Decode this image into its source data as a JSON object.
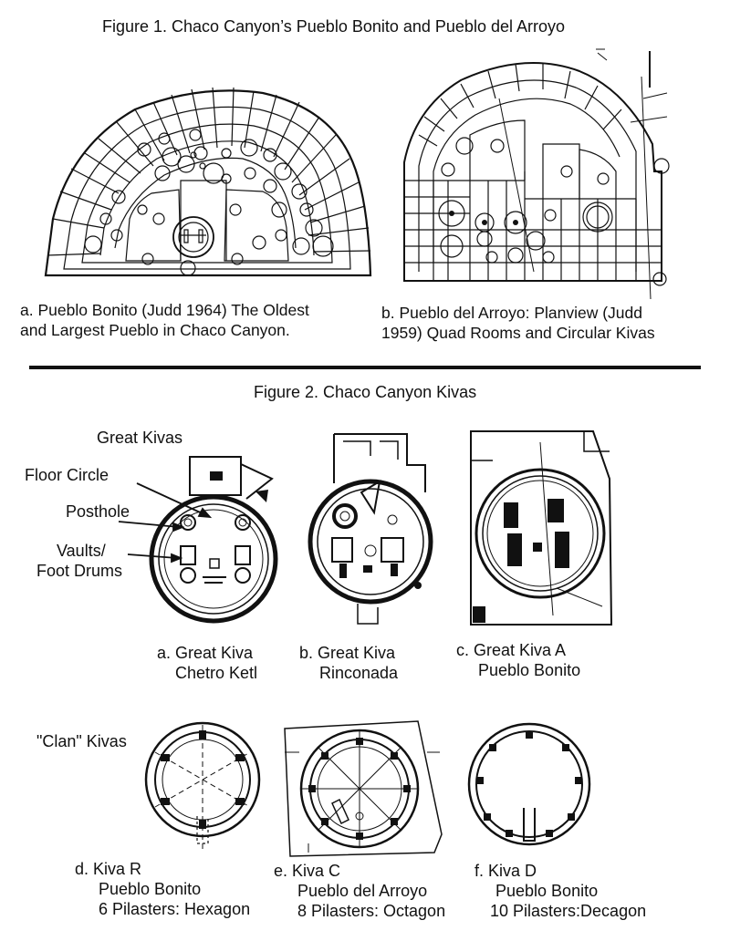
{
  "figure1": {
    "title": "Figure 1. Chaco Canyon’s Pueblo Bonito and Pueblo del Arroyo",
    "panel_a": {
      "caption_line1": "a. Pueblo Bonito (Judd 1964) The Oldest",
      "caption_line2": "and Largest Pueblo in Chaco Canyon."
    },
    "panel_b": {
      "caption_line1": "b. Pueblo del Arroyo: Planview (Judd",
      "caption_line2": "1959) Quad Rooms and Circular Kivas"
    }
  },
  "figure2": {
    "title": "Figure 2. Chaco Canyon Kivas",
    "great_kivas_label": "Great Kivas",
    "clan_kivas_label": "\"Clan\" Kivas",
    "callouts": {
      "floor_circle": "Floor Circle",
      "posthole": "Posthole",
      "vaults_line1": "Vaults/",
      "vaults_line2": "Foot Drums"
    },
    "kivas": [
      {
        "line1": "a. Great Kiva",
        "line2": "Chetro Ketl",
        "line3": ""
      },
      {
        "line1": "b. Great Kiva",
        "line2": "Rinconada",
        "line3": ""
      },
      {
        "line1": "c. Great Kiva A",
        "line2": "Pueblo Bonito",
        "line3": ""
      },
      {
        "line1": "d. Kiva R",
        "line2": "Pueblo Bonito",
        "line3": "6 Pilasters: Hexagon"
      },
      {
        "line1": "e. Kiva C",
        "line2": "Pueblo del Arroyo",
        "line3": "8 Pilasters: Octagon"
      },
      {
        "line1": "f. Kiva D",
        "line2": "Pueblo Bonito",
        "line3": "10 Pilasters:Decagon"
      }
    ]
  },
  "colors": {
    "ink": "#111111",
    "paper": "#ffffff"
  }
}
